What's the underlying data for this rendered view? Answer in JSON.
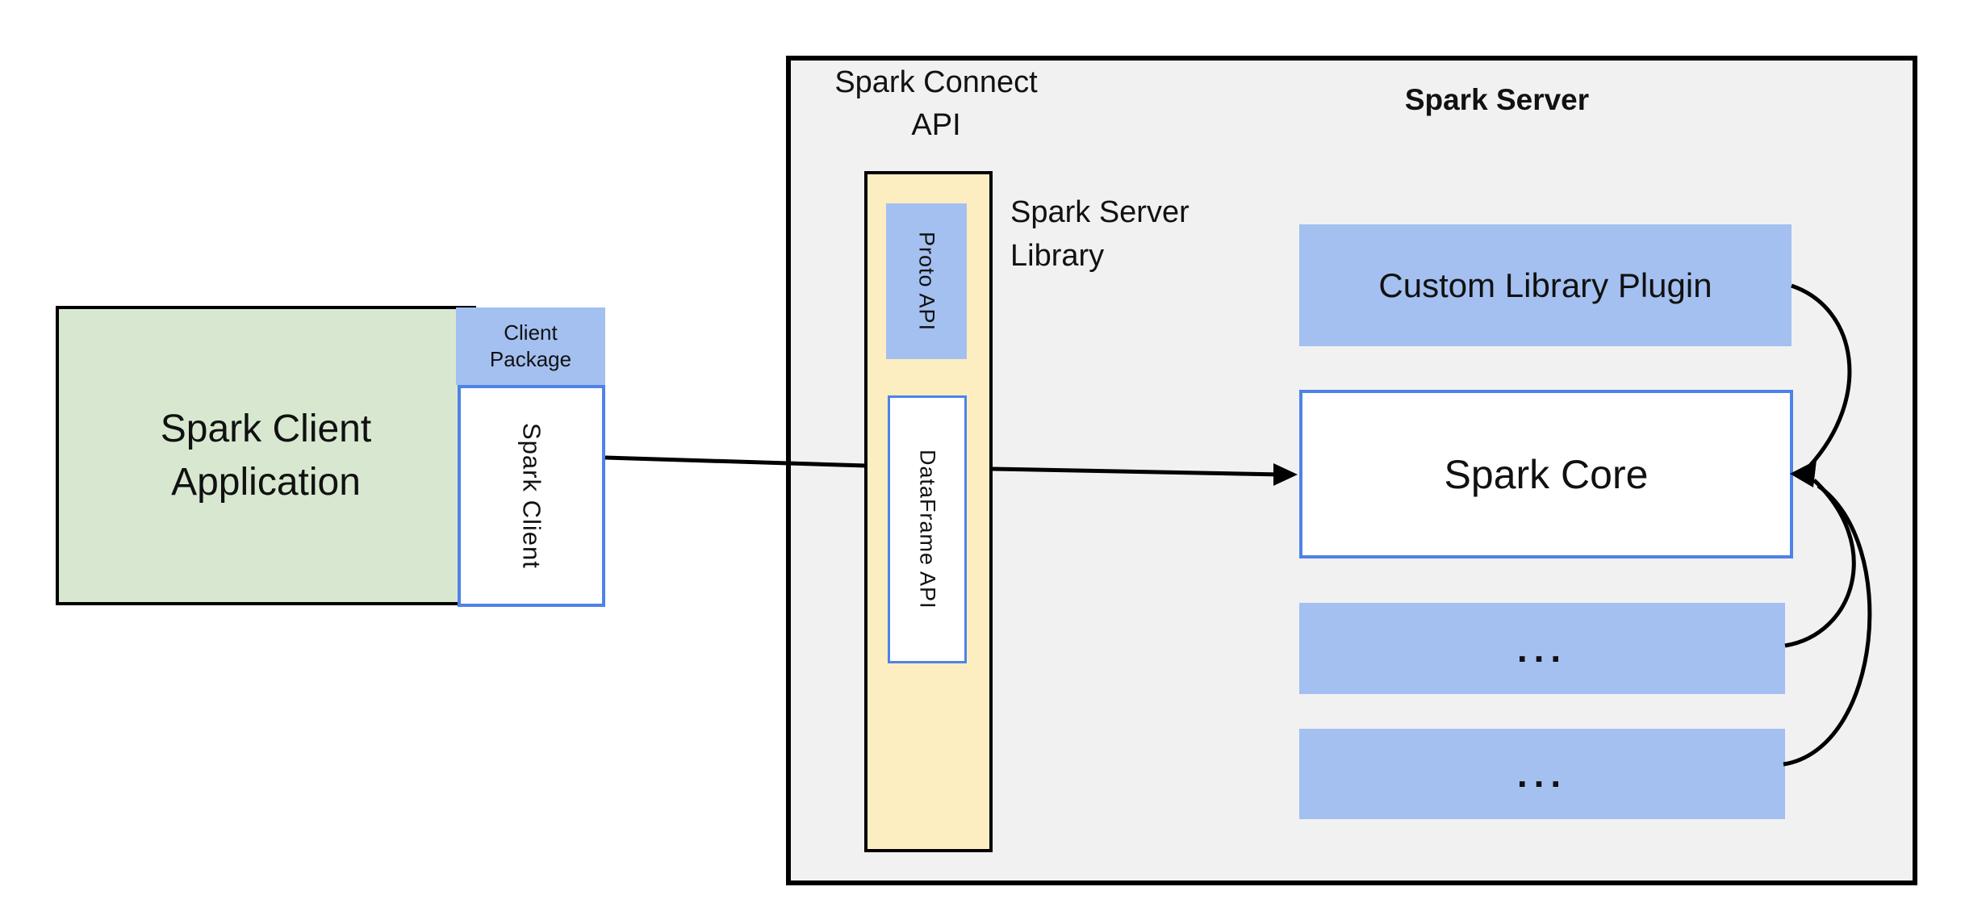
{
  "diagram": {
    "client": {
      "application": {
        "line1": "Spark Client",
        "line2": "Application"
      },
      "package": {
        "line1": "Client",
        "line2": "Package"
      },
      "spark_client": "Spark Client"
    },
    "connect_api": {
      "title_line1": "Spark Connect",
      "title_line2": "API",
      "proto_api": "Proto API",
      "dataframe_api": "DataFrame API",
      "library_line1": "Spark Server",
      "library_line2": "Library"
    },
    "server": {
      "title": "Spark Server",
      "plugin": "Custom Library Plugin",
      "core": "Spark Core",
      "ellipsis_boxes": [
        "...",
        "..."
      ]
    },
    "colors": {
      "container_fill": "#f1f1f1",
      "blue_fill": "#a3c0f0",
      "blue_border": "#4f82e8",
      "green_fill": "#d8e8d0",
      "yellow_fill": "#fdeec2",
      "arrow": "#000000"
    }
  }
}
